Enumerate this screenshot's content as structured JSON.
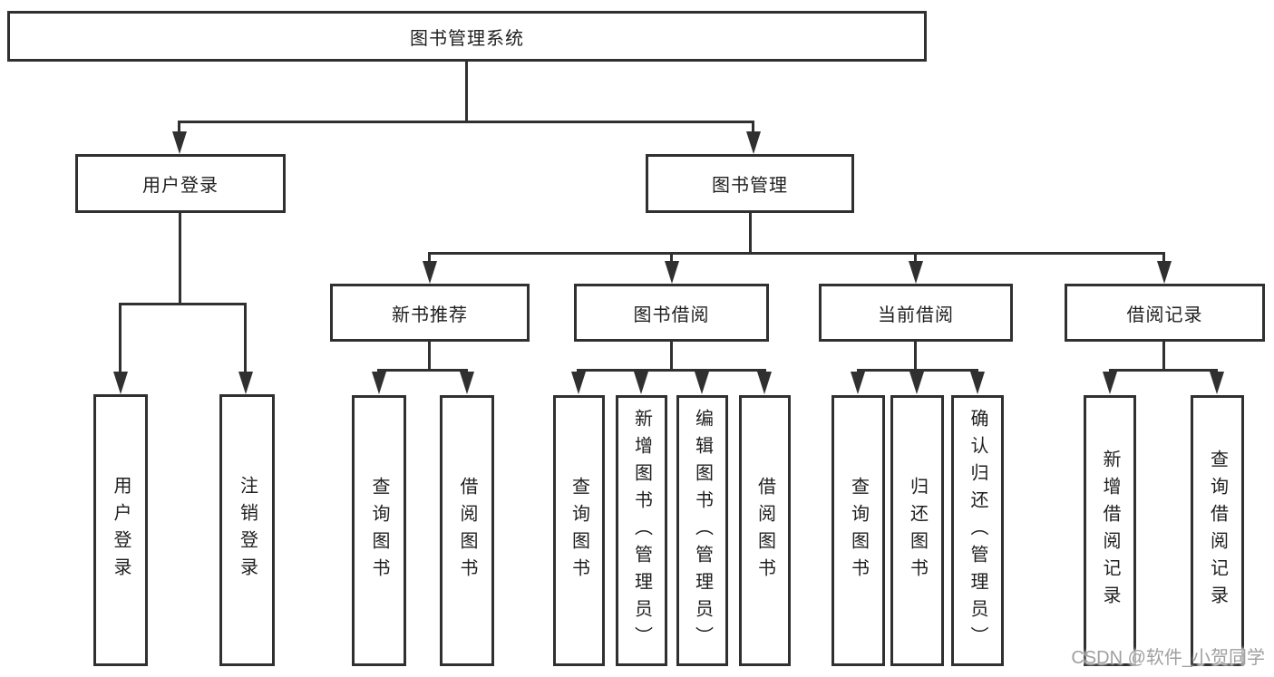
{
  "colors": {
    "line": "#303030",
    "text": "#1f1f1f",
    "background": "#ffffff",
    "watermark": "#a0a0a0"
  },
  "watermark": "CSDN @软件_小贺同学",
  "tree": {
    "root": {
      "label": "图书管理系统"
    },
    "level2": [
      {
        "label": "用户登录"
      },
      {
        "label": "图书管理"
      }
    ],
    "level3": [
      {
        "label": "新书推荐"
      },
      {
        "label": "图书借阅"
      },
      {
        "label": "当前借阅"
      },
      {
        "label": "借阅记录"
      }
    ],
    "leaves": {
      "login": [
        {
          "label": "用户登录"
        },
        {
          "label": "注销登录"
        }
      ],
      "recommend": [
        {
          "label": "查询图书"
        },
        {
          "label": "借阅图书"
        }
      ],
      "borrow": [
        {
          "label": "查询图书"
        },
        {
          "label": "新增图书（管理员）"
        },
        {
          "label": "编辑图书（管理员）"
        },
        {
          "label": "借阅图书"
        }
      ],
      "current": [
        {
          "label": "查询图书"
        },
        {
          "label": "归还图书"
        },
        {
          "label": "确认归还（管理员）"
        }
      ],
      "records": [
        {
          "label": "新增借阅记录"
        },
        {
          "label": "查询借阅记录"
        }
      ]
    }
  }
}
